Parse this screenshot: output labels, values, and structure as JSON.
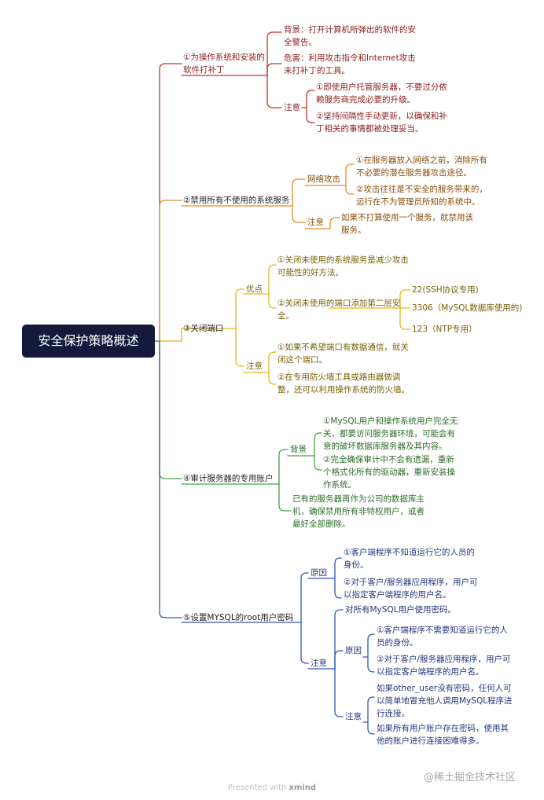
{
  "title": "安全保护策略概述",
  "colors": {
    "red": "#c23131",
    "orange": "#e88a28",
    "yellow": "#e2b619",
    "green": "#46a046",
    "blue": "#3554b8",
    "root": "#141a3c"
  },
  "b1": {
    "label_l1": "①为操作系统和安装的",
    "label_l2": "软件打补丁",
    "bg_l1": "背景：打开计算机所弹出的软件的安",
    "bg_l2": "全警告。",
    "danger_l1": "危害：利用攻击指令和Internet攻击",
    "danger_l2": "未打补丁的工具。",
    "note": "注意",
    "n1_l1": "①即使用户托管服务器，不要过分依",
    "n1_l2": "赖服务商完成必要的升级。",
    "n2_l1": "②坚持间隔性手动更新，以确保和补",
    "n2_l2": "丁相关的事情都被处理妥当。"
  },
  "b2": {
    "label": "②禁用所有不使用的系统服务",
    "net": "网络攻击",
    "net1_l1": "①在服务器放入网络之前，消除所有",
    "net1_l2": "不必要的潜在服务器攻击途径。",
    "net2_l1": "②攻击往往是不安全的服务带来的，",
    "net2_l2": "运行在不为管理员所知的系统中。",
    "note": "注意",
    "note1_l1": "如果不打算使用一个服务，就禁用该",
    "note1_l2": "服务。"
  },
  "b3": {
    "label": "③关闭端口",
    "adv": "优点",
    "adv1_l1": "①关闭未使用的系统服务是减少攻击",
    "adv1_l2": "可能性的好方法。",
    "adv2_l1": "②关闭未使用的端口添加第二层安",
    "adv2_l2": "全。",
    "p1": "22(SSH协议专用)",
    "p2": "3306（MySQL数据库使用的)",
    "p3": "123（NTP专用）",
    "note": "注意",
    "note1_l1": "①如果不希望端口有数据通信，就关",
    "note1_l2": "闭这个端口。",
    "note2_l1": "②在专用防火墙工具或路由器做调",
    "note2_l2": "整，还可以利用操作系统的防火墙。"
  },
  "b4": {
    "label": "④审计服务器的专用账户",
    "bg": "背景",
    "bg1_l1": "①MySQL用户和操作系统用户完全无",
    "bg1_l2": "关，都要访问服务器环境，可能会有",
    "bg1_l3": "意的破坏数据库服务器及其内容。",
    "bg2_l1": "②完全确保审计中不会有遗漏，重新",
    "bg2_l2": "个格式化所有的驱动器，重新安装操",
    "bg2_l3": "作系统。",
    "extra_l1": "已有的服务器再作为公司的数据库主",
    "extra_l2": "机，确保禁用所有非特权用户，或者",
    "extra_l3": "最好全部删除。"
  },
  "b5": {
    "label": "⑤设置MYSQL的root用户密码",
    "reason": "原因",
    "r1_l1": "①客户端程序不知道运行它的人员的",
    "r1_l2": "身份。",
    "r2_l1": "②对于客户/服务器应用程序，用户可",
    "r2_l2": "以指定客户端程序的用户名。",
    "note": "注意",
    "all": "对所有MySQL用户使用密码。",
    "reason2": "原因",
    "rr1_l1": "①客户端程序不需要知道运行它的人",
    "rr1_l2": "员的身份。",
    "rr2_l1": "②对于客户/服务器应用程序，用户可",
    "rr2_l2": "以指定客户端程序的用户名。",
    "note2": "注意",
    "nn1_l1": "如果other_user没有密码，任何人可",
    "nn1_l2": "以简单地冒充他人调用MySQL程序进",
    "nn1_l3": "行连接。",
    "nn2_l1": "如果所有用户账户存在密码，使用其",
    "nn2_l2": "他的账户进行连接困难得多。"
  },
  "footer_prefix": "Presented with",
  "footer_brand": "xmind",
  "watermark": "@稀土掘金技术社区"
}
